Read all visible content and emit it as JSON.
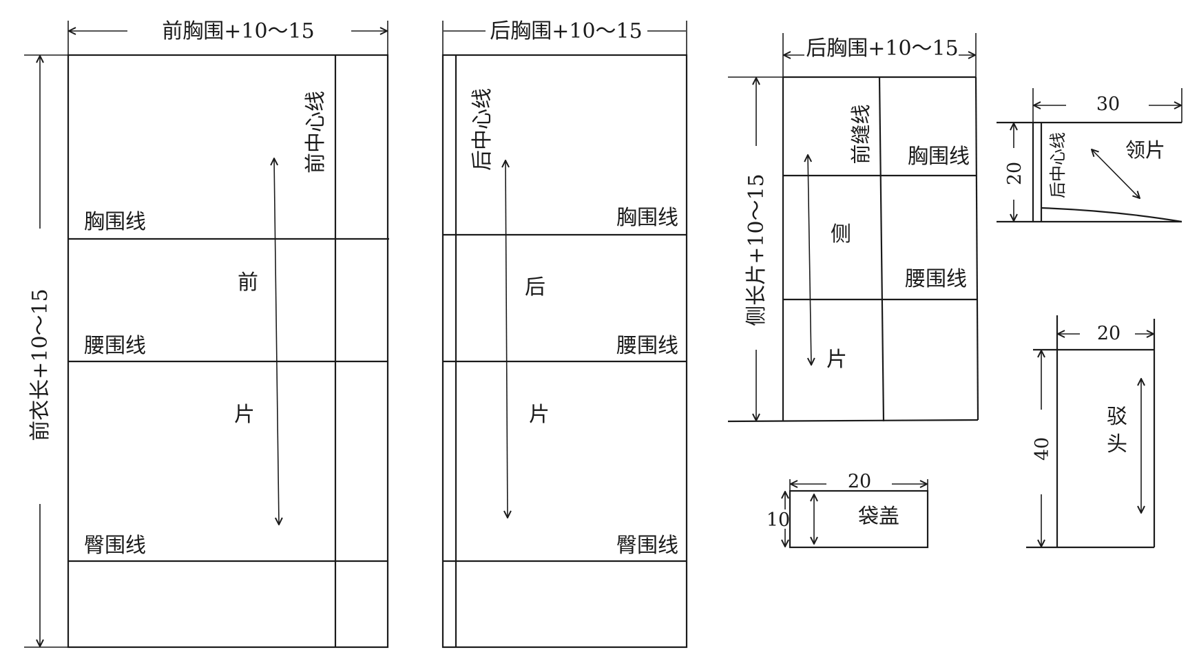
{
  "front_panel": {
    "width_label": "前胸围+10～15",
    "length_label": "前衣长+10～15",
    "center_line": "前中心线",
    "chest_line": "胸围线",
    "waist_line": "腰围线",
    "hip_line": "臀围线",
    "piece_char_1": "前",
    "piece_char_2": "片"
  },
  "back_panel": {
    "width_label": "后胸围+10～15",
    "center_line": "后中心线",
    "chest_line": "胸围线",
    "waist_line": "腰围线",
    "hip_line": "臀围线",
    "piece_char_1": "后",
    "piece_char_2": "片"
  },
  "side_panel": {
    "width_label": "后胸围+10～15",
    "length_label": "侧长片+10～15",
    "seam_line": "前缝线",
    "chest_line": "胸围线",
    "waist_line": "腰围线",
    "piece_char_1": "侧",
    "piece_char_2": "片"
  },
  "collar": {
    "width_value": "30",
    "height_value": "20",
    "center_line": "后中心线",
    "name": "领片"
  },
  "facing": {
    "width_value": "20",
    "height_value": "40",
    "name_char_1": "驳",
    "name_char_2": "头"
  },
  "pocket_flap": {
    "width_value": "20",
    "height_value": "10",
    "name": "袋盖"
  }
}
